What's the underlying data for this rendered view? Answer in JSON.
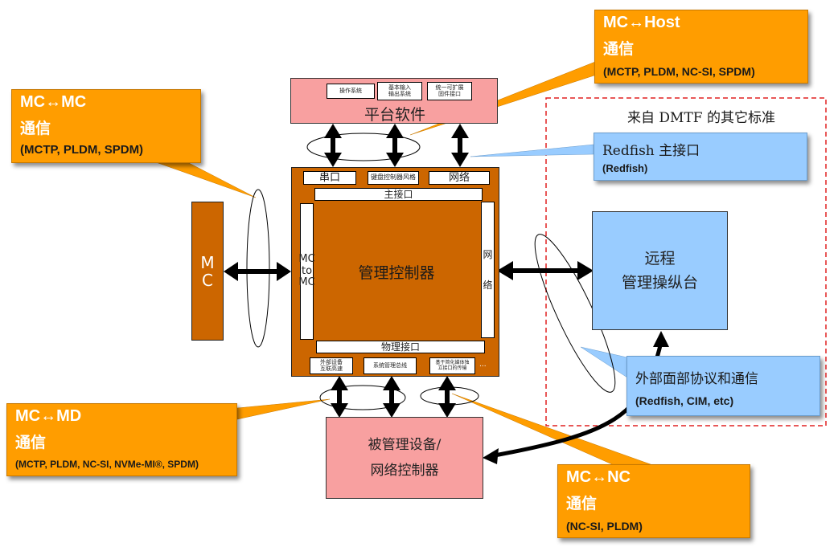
{
  "callouts": {
    "mc_mc": {
      "title": "MC↔MC",
      "sub": "通信",
      "protocols": "(MCTP, PLDM, SPDM)"
    },
    "mc_host": {
      "title": "MC↔Host",
      "sub": "通信",
      "protocols": "(MCTP, PLDM, NC-SI, SPDM)"
    },
    "mc_md": {
      "title": "MC↔MD",
      "sub": "通信",
      "protocols": "(MCTP, PLDM, NC-SI, NVMe-MI®, SPDM)"
    },
    "mc_nc": {
      "title": "MC↔NC",
      "sub": "通信",
      "protocols": "(NC-SI, PLDM)"
    },
    "redfish_host": {
      "title": "Redfish 主接口",
      "protocols": "(Redfish)"
    },
    "external": {
      "title": "外部面部协议和通信",
      "protocols": "(Redfish, CIM, etc)"
    }
  },
  "platform_software": {
    "label": "平台软件",
    "items": [
      "操作系统",
      "基本输入\n输出系统",
      "统一可扩展\n固件接口"
    ]
  },
  "controller": {
    "label": "管理控制器",
    "top_ports": [
      "串口",
      "键盘控制器风格",
      "网络"
    ],
    "host_interface": "主接口",
    "left_port": "MC\nto\nMC",
    "right_port": "网\n络",
    "physical_interface": "物理接口",
    "bottom_ports": [
      "外部设备\n互联高速",
      "系统管理总线",
      "基于简化媒体独\n立接口的传输",
      "..."
    ]
  },
  "mc_box": {
    "label": "M\nC"
  },
  "managed_device": {
    "label": "被管理设备/\n网络控制器"
  },
  "remote_console": {
    "label": "远程\n管理操纵台"
  },
  "dmtf_region": {
    "label": "来自 DMTF 的其它标准"
  },
  "colors": {
    "callout_orange": "#ff9d00",
    "callout_blue": "#99ccff",
    "controller_brown": "#cc6600",
    "platform_pink": "#f8a0a0",
    "dmtf_border_red": "#e02020"
  }
}
